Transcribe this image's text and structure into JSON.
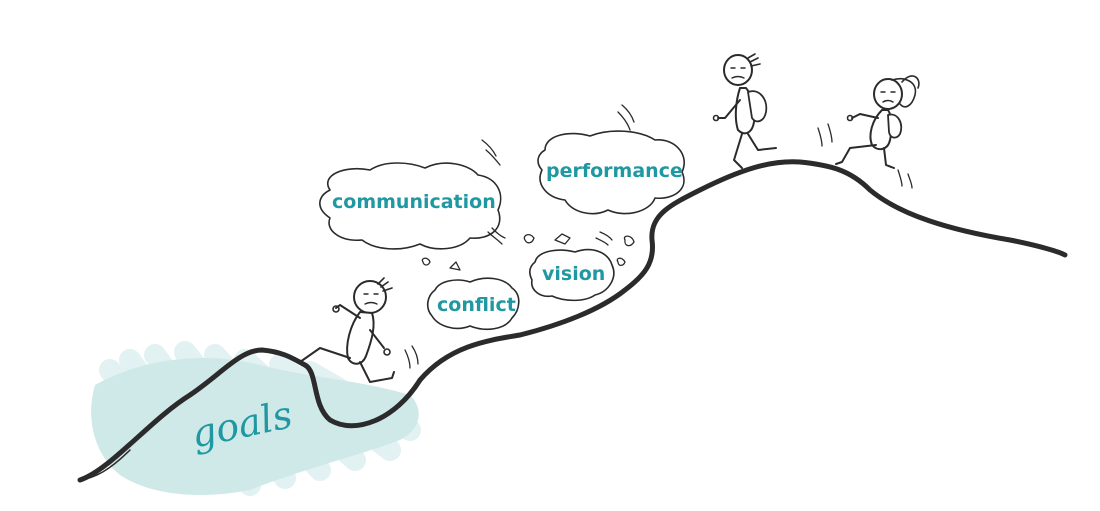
{
  "labels": {
    "communication": "communication",
    "performance": "performance",
    "conflict": "conflict",
    "vision": "vision",
    "goals": "goals"
  },
  "colors": {
    "accent": "#1f98a2",
    "goals_wash": "#a9d6d6",
    "ink": "#2b2b2b"
  }
}
